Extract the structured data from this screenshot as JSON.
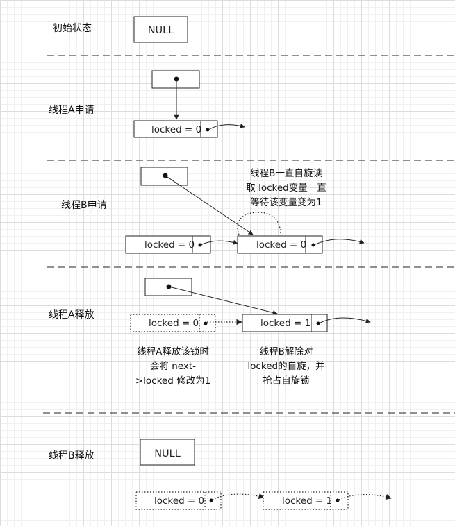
{
  "stages": {
    "initial": {
      "label": "初始状态",
      "null_text": "NULL"
    },
    "a_acquire": {
      "label": "线程A申请",
      "node_a": "locked = 0"
    },
    "b_acquire": {
      "label": "线程B申请",
      "node_a": "locked = 0",
      "node_b": "locked = 0",
      "note": [
        "线程B一直自旋读",
        "取 locked变量一直",
        "等待该变量变为1"
      ]
    },
    "a_release": {
      "label": "线程A释放",
      "node_a": "locked = 0",
      "node_b": "locked = 1",
      "note_a": [
        "线程A释放该锁时",
        "会将 next-",
        ">locked 修改为1"
      ],
      "note_b": [
        "线程B解除对",
        "locked的自旋，并",
        "抢占自旋锁"
      ]
    },
    "b_release": {
      "label": "线程B释放",
      "null_text": "NULL",
      "node_a": "locked = 0",
      "node_b": "locked = 1"
    }
  }
}
